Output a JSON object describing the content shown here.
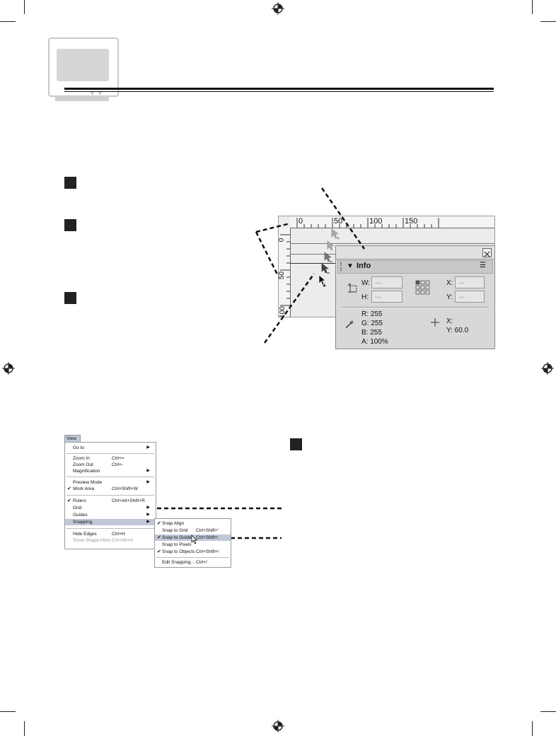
{
  "ruler": {
    "ticks": [
      "0",
      "50",
      "100",
      "150"
    ],
    "vticks": [
      "0",
      "50",
      "100"
    ]
  },
  "info_panel": {
    "title": "Info",
    "w_label": "W:",
    "h_label": "H:",
    "x_label": "X:",
    "y_label": "Y:",
    "w_value": "---",
    "h_value": "---",
    "x_value": "---",
    "y_value": "---",
    "r": "R: 255",
    "g": "G: 255",
    "b": "B: 255",
    "a": "A: 100%",
    "cursor_x": "X:",
    "cursor_y": "Y: 60.0"
  },
  "view_menu": {
    "title": "View",
    "items": [
      {
        "label": "Go to",
        "shortcut": "",
        "submenu": true,
        "checked": false,
        "disabled": false
      },
      {
        "label": "Zoom In",
        "shortcut": "Ctrl+=",
        "submenu": false,
        "checked": false,
        "disabled": false
      },
      {
        "label": "Zoom Out",
        "shortcut": "Ctrl+-",
        "submenu": false,
        "checked": false,
        "disabled": false
      },
      {
        "label": "Magnification",
        "shortcut": "",
        "submenu": true,
        "checked": false,
        "disabled": false
      },
      {
        "label": "Preview Mode",
        "shortcut": "",
        "submenu": true,
        "checked": false,
        "disabled": false
      },
      {
        "label": "Work Area",
        "shortcut": "Ctrl+Shift+W",
        "submenu": false,
        "checked": true,
        "disabled": false
      },
      {
        "label": "Rulers",
        "shortcut": "Ctrl+Alt+Shift+R",
        "submenu": false,
        "checked": true,
        "disabled": false
      },
      {
        "label": "Grid",
        "shortcut": "",
        "submenu": true,
        "checked": false,
        "disabled": false
      },
      {
        "label": "Guides",
        "shortcut": "",
        "submenu": true,
        "checked": false,
        "disabled": false
      },
      {
        "label": "Snapping",
        "shortcut": "",
        "submenu": true,
        "checked": false,
        "disabled": false
      },
      {
        "label": "Hide Edges",
        "shortcut": "Ctrl+H",
        "submenu": false,
        "checked": false,
        "disabled": false
      },
      {
        "label": "Show Shape Hints",
        "shortcut": "Ctrl+Alt+H",
        "submenu": false,
        "checked": false,
        "disabled": true
      }
    ]
  },
  "snapping_menu": {
    "items": [
      {
        "label": "Snap Align",
        "shortcut": "",
        "checked": true
      },
      {
        "label": "Snap to Grid",
        "shortcut": "Ctrl+Shift+'",
        "checked": false
      },
      {
        "label": "Snap to Guides",
        "shortcut": "Ctrl+Shift+;",
        "checked": true
      },
      {
        "label": "Snap to Pixels",
        "shortcut": "",
        "checked": false
      },
      {
        "label": "Snap to Objects",
        "shortcut": "Ctrl+Shift+/",
        "checked": true
      },
      {
        "label": "Edit Snapping...",
        "shortcut": "Ctrl+/",
        "checked": false
      }
    ]
  },
  "colors": {
    "step_box": "#222222",
    "panel_bg": "#d8d8d8",
    "highlight": "#c0c8d8"
  }
}
